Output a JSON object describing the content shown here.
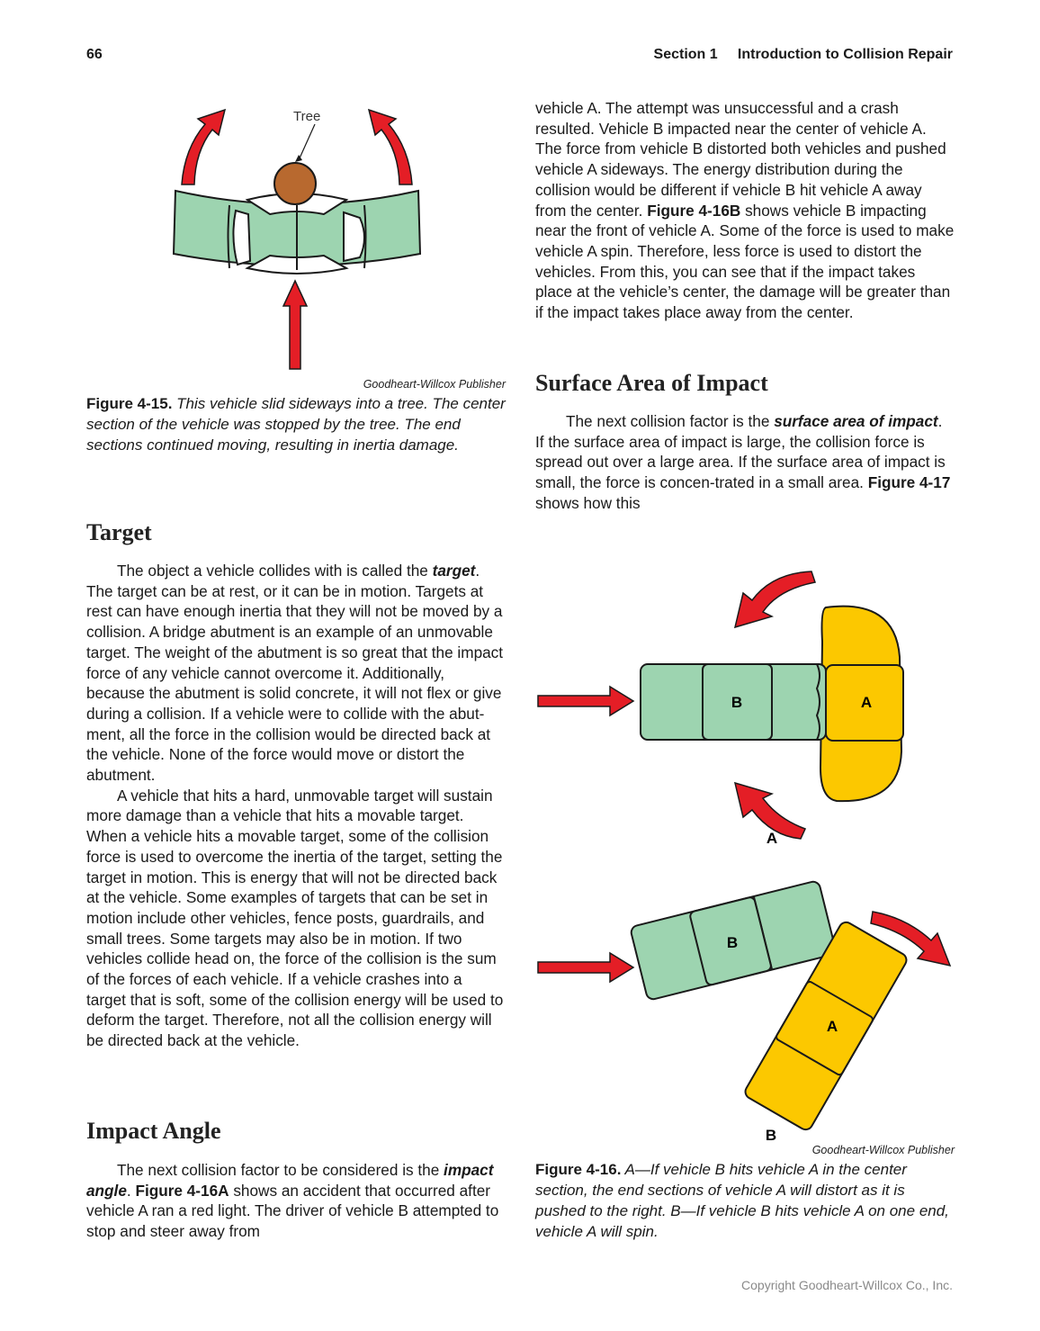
{
  "header": {
    "page_number": "66",
    "section_label": "Section 1",
    "section_title": "Introduction to Collision Repair"
  },
  "figure_4_15": {
    "tree_label": "Tree",
    "credit": "Goodheart-Willcox Publisher",
    "caption_label": "Figure 4-15.",
    "caption_text": "This vehicle slid sideways into a tree. The center section of the vehicle was stopped by the tree. The end sections continued moving, resulting in inertia damage."
  },
  "right_intro": {
    "p1_a": "vehicle A. The attempt was unsuccessful and a crash resulted. Vehicle B impacted near the center of vehicle A. The force from vehicle B distorted both vehicles and pushed vehicle A sideways. The energy distribution during the collision would be different if vehicle B hit vehicle A away from the center. ",
    "p1_ref": "Figure 4-16B",
    "p1_b": " shows vehicle B impacting near the front of vehicle A. Some of the force is used to make vehicle A spin. Therefore, less force is used to distort the vehicles. From this, you can see that if the impact takes place at the vehicle’s center, the damage will be greater than if the impact takes place away from the center."
  },
  "surface_area": {
    "heading": "Surface Area of Impact",
    "p1_a": "The next collision factor is the ",
    "p1_term": "surface area of impact",
    "p1_b": ". If the surface area of impact is large, the collision force is spread out over a large area. If the surface area of impact is small, the force is concen-trated in a small area. ",
    "p1_ref": "Figure 4-17",
    "p1_c": " shows how this"
  },
  "target": {
    "heading": "Target",
    "p1_a": "The object a vehicle collides with is called the ",
    "p1_term": "target",
    "p1_b": ". The target can be at rest, or it can be in motion. Targets at rest can have enough inertia that they will not be moved by a collision. A bridge abutment is an example of an unmovable target. The weight of the abutment is so great that the impact force of any vehicle cannot overcome it. Additionally, because the abutment is solid concrete, it will not flex or give during a collision. If a vehicle were to collide with the abut-ment, all the force in the collision would be directed back at the vehicle. None of the force would move or distort the abutment.",
    "p2": "A vehicle that hits a hard, unmovable target will sustain more damage than a vehicle that hits a movable target. When a vehicle hits a movable target, some of the collision force is used to overcome the inertia of the target, setting the target in motion. This is energy that will not be directed back at the vehicle. Some examples of targets that can be set in motion include other vehicles, fence posts, guardrails, and small trees. Some targets may also be in motion. If two vehicles collide head on, the force of the collision is the sum of the forces of each vehicle. If a vehicle crashes into a target that is soft, some of the collision energy will be used to deform the target. Therefore, not all the collision energy will be directed back at the vehicle."
  },
  "impact_angle": {
    "heading": "Impact Angle",
    "p1_a": "The next collision factor to be considered is the ",
    "p1_term": "impact angle",
    "p1_b": ". ",
    "p1_ref": "Figure 4-16A",
    "p1_c": " shows an accident that occurred after vehicle A ran a red light. The driver of vehicle B attempted to stop and steer away from"
  },
  "figure_4_16": {
    "panel_a": {
      "vehicle_b": "B",
      "vehicle_a": "A",
      "panel_label": "A"
    },
    "panel_b": {
      "vehicle_b": "B",
      "vehicle_a": "A",
      "panel_label": "B"
    },
    "credit": "Goodheart-Willcox Publisher",
    "caption_label": "Figure 4-16.",
    "caption_text": "A—If vehicle B hits vehicle A in the center section, the end sections of vehicle A will distort as it is pushed to the right. B—If vehicle B hits vehicle A on one end, vehicle A will spin."
  },
  "footer": {
    "copyright": "Copyright Goodheart-Willcox Co., Inc."
  },
  "colors": {
    "vehicle_green": "#9dd4b0",
    "vehicle_yellow": "#fcc800",
    "arrow_red": "#e41e26",
    "tree_brown": "#b8692f"
  }
}
